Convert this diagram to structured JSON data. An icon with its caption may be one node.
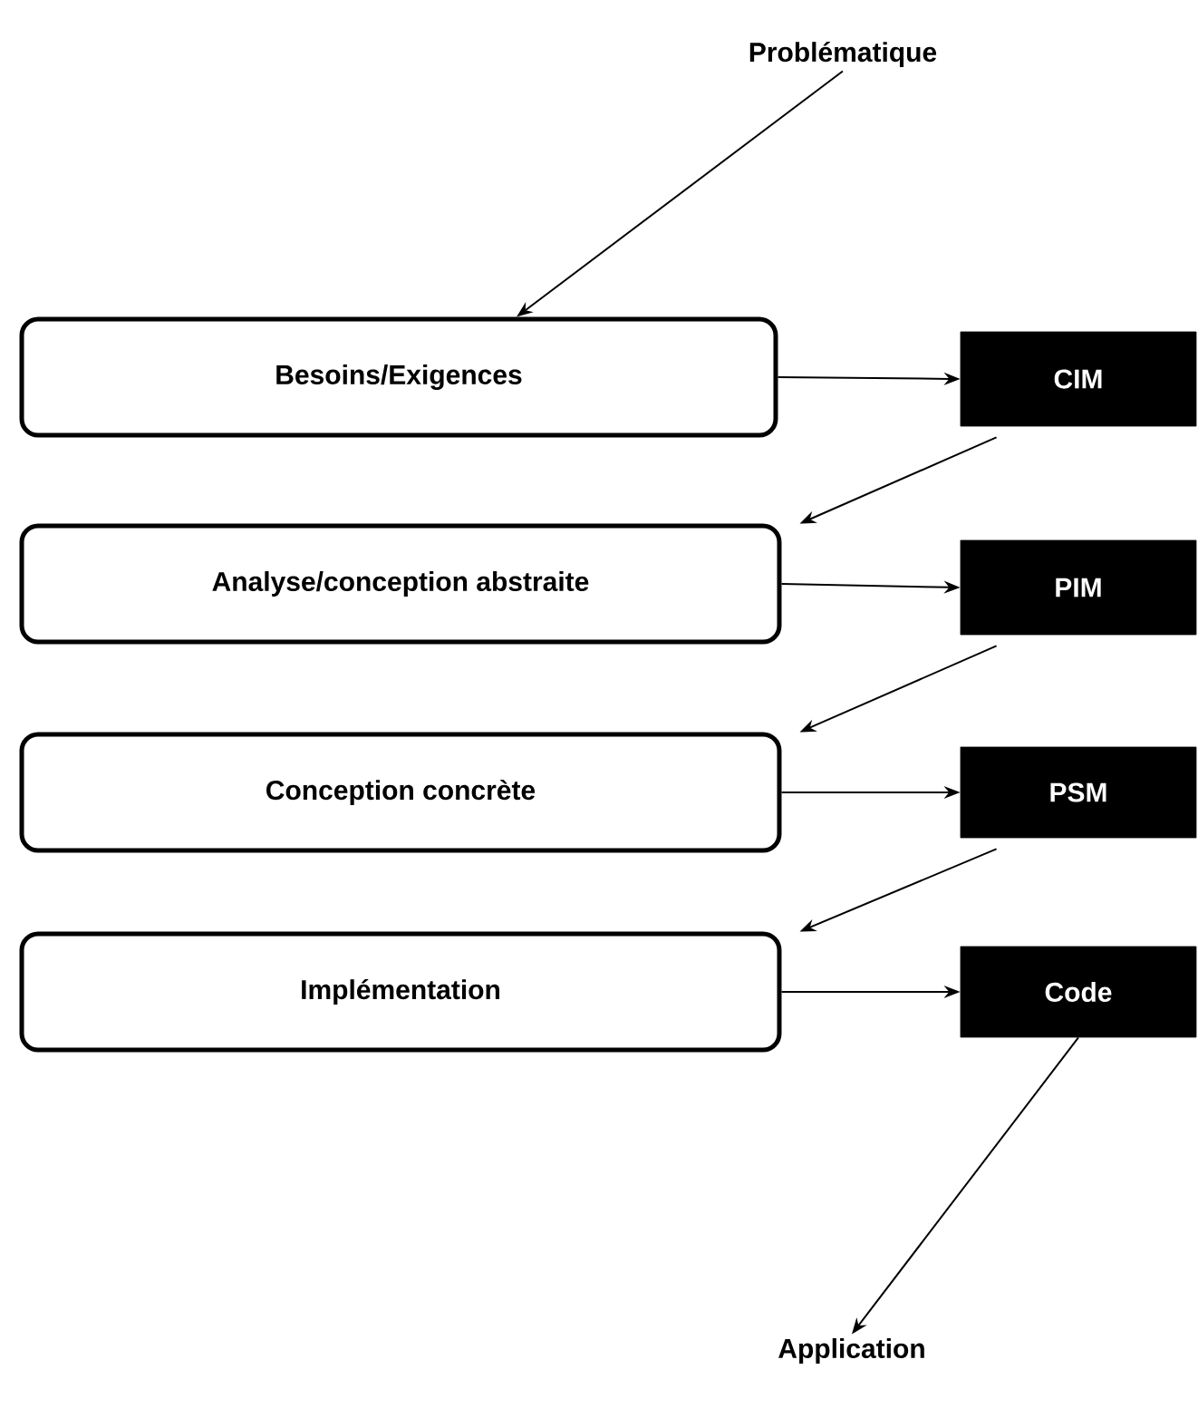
{
  "diagram": {
    "nodes": [
      {
        "text": [
          "Problématique"
        ]
      },
      {
        "text": [
          "Besoins/Exigences"
        ]
      },
      {
        "text": [
          "CIM"
        ]
      },
      {
        "text": [
          "Analyse/conception abstraite"
        ]
      },
      {
        "text": [
          "PIM"
        ]
      },
      {
        "text": [
          "Conception concrète"
        ]
      },
      {
        "text": [
          "PSM"
        ]
      },
      {
        "text": [
          "Implémentation"
        ]
      },
      {
        "text": [
          "Code"
        ]
      },
      {
        "text": [
          "Application"
        ]
      }
    ],
    "edges": [
      {
        "from": 0,
        "to": 1,
        "arrow": "to"
      },
      {
        "from": 1,
        "to": 2,
        "arrow": "to"
      },
      {
        "from": 2,
        "to": 3,
        "arrow": "to"
      },
      {
        "from": 3,
        "to": 4,
        "arrow": "to"
      },
      {
        "from": 4,
        "to": 5,
        "arrow": "to"
      },
      {
        "from": 5,
        "to": 6,
        "arrow": "to"
      },
      {
        "from": 6,
        "to": 7,
        "arrow": "to"
      },
      {
        "from": 7,
        "to": 8,
        "arrow": "to"
      },
      {
        "from": 8,
        "to": 9,
        "arrow": "to"
      }
    ]
  }
}
